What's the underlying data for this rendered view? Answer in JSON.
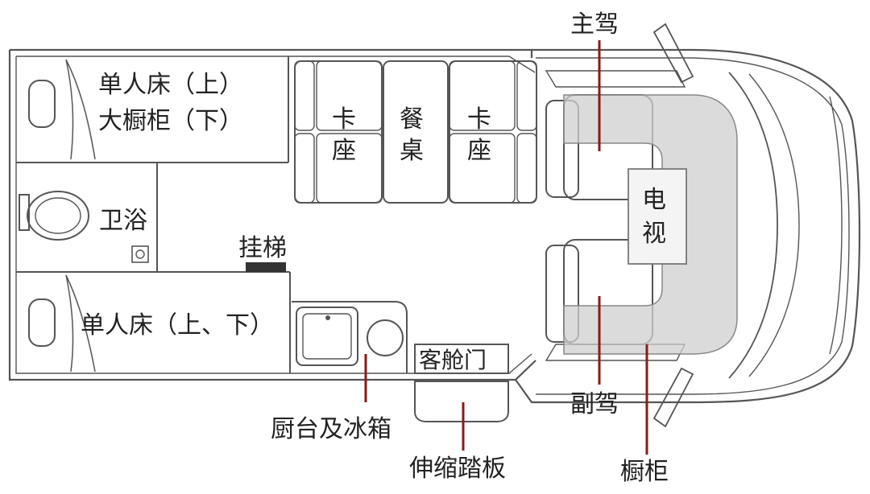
{
  "rooms": {
    "bed_top": [
      "单人床（上）",
      "大橱柜（下）"
    ],
    "bathroom": "卫浴",
    "ladder": "挂梯",
    "bed_bottom": "单人床（上、下）"
  },
  "dining": {
    "left_seat": [
      "卡",
      "座"
    ],
    "table": [
      "餐",
      "桌"
    ],
    "right_seat": [
      "卡",
      "座"
    ]
  },
  "cab": {
    "driver": "主驾",
    "tv": [
      "电",
      "视"
    ],
    "co_driver": "副驾",
    "cabinet": "橱柜"
  },
  "door": "客舱门",
  "callouts": {
    "kitchen": "厨台及冰箱",
    "step": "伸缩踏板"
  },
  "colors": {
    "outline": "#555555",
    "callout_line": "#8b1a1a",
    "cab_fill": "#d6d6d6"
  }
}
